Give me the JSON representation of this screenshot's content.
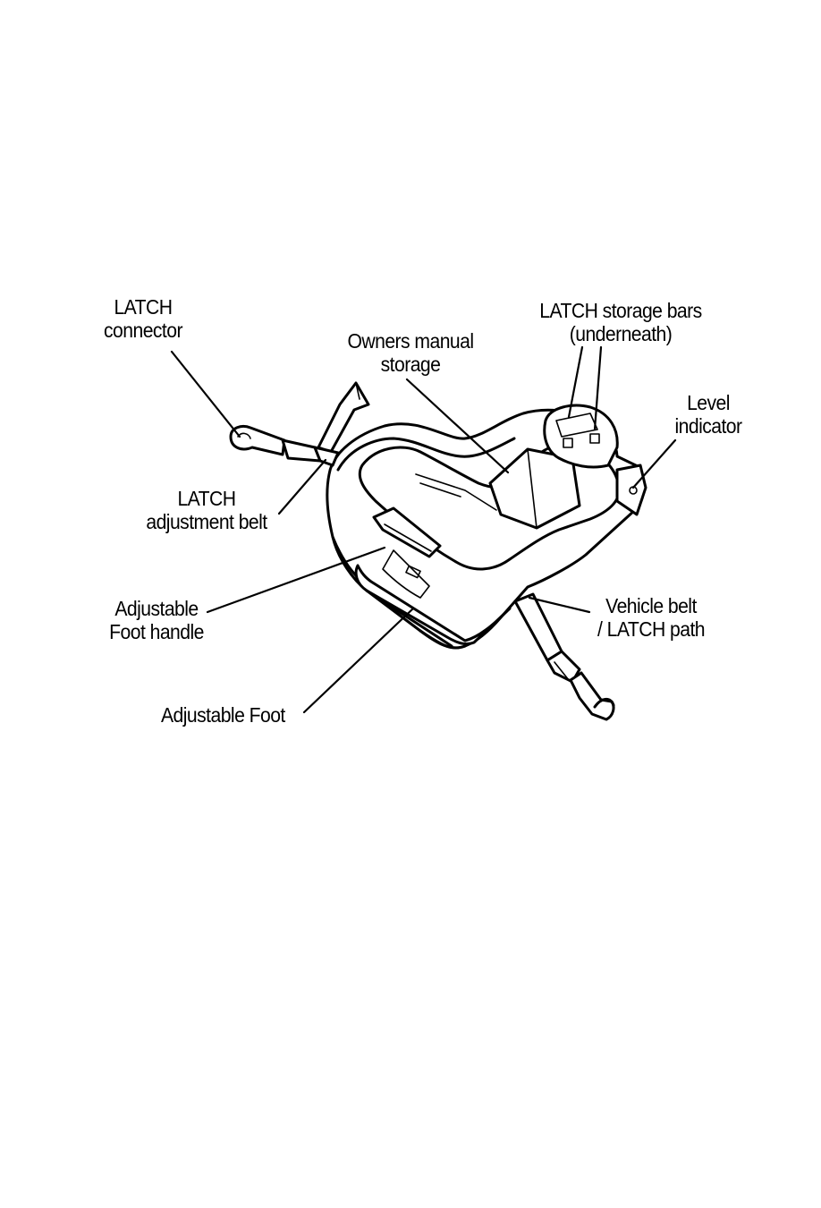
{
  "labels": {
    "latch_connector": {
      "line1": "LATCH",
      "line2": "connector"
    },
    "owners_manual": {
      "line1": "Owners manual",
      "line2": "storage"
    },
    "latch_storage_bars": {
      "line1": "LATCH storage bars",
      "line2": "(underneath)"
    },
    "level_indicator": {
      "line1": "Level",
      "line2": "indicator"
    },
    "latch_adjustment_belt": {
      "line1": "LATCH",
      "line2": "adjustment belt"
    },
    "adjustable_foot_handle": {
      "line1": "Adjustable",
      "line2": "Foot handle"
    },
    "vehicle_belt_path": {
      "line1": "Vehicle belt",
      "line2": "/ LATCH path"
    },
    "adjustable_foot": {
      "line1": "Adjustable Foot"
    }
  }
}
